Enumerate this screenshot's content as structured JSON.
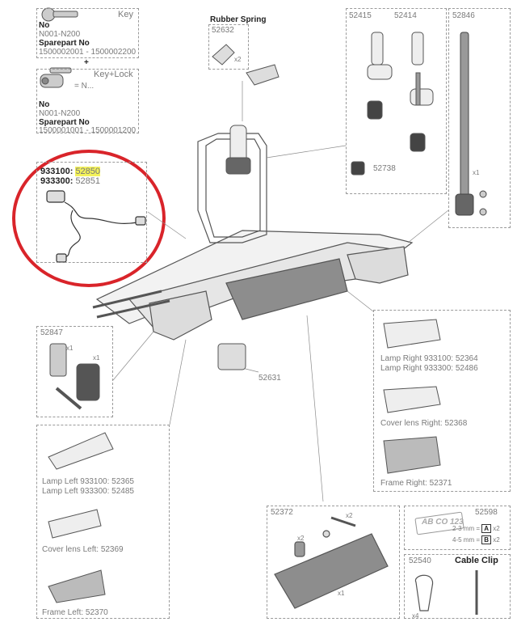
{
  "key_box": {
    "label": "Key",
    "no_label": "No",
    "no_value": "N001-N200",
    "sparepart_label": "Sparepart No",
    "sparepart_value": "1500002001 - 1500002200"
  },
  "plus": "+",
  "keylock_box": {
    "label": "Key+Lock",
    "arrow_n": "= N...",
    "no_label": "No",
    "no_value": "N001-N200",
    "sparepart_label": "Sparepart No",
    "sparepart_value": "1500001001 - 1500001200"
  },
  "rubber_spring": {
    "title": "Rubber Spring",
    "number": "52632",
    "qty": "x2"
  },
  "cable": {
    "line1_model": "933100:",
    "line1_part": "52850",
    "line2_model": "933300:",
    "line2_part": "52851"
  },
  "parts_top": {
    "p52415": "52415",
    "p52414": "52414",
    "p52846": "52846",
    "p52738": "52738",
    "x1": "x1"
  },
  "p52847": {
    "number": "52847",
    "x1a": "x1",
    "x1b": "x1"
  },
  "p52631": "52631",
  "right_group": {
    "lamp_right_1": "Lamp Right 933100: 52364",
    "lamp_right_2": "Lamp Right 933300: 52486",
    "cover_right": "Cover lens Right: 52368",
    "frame_right": "Frame Right: 52371"
  },
  "left_group": {
    "lamp_left_1": "Lamp Left 933100: 52365",
    "lamp_left_2": "Lamp Left 933300: 52485",
    "cover_left": "Cover lens Left: 52369",
    "frame_left": "Frame Left: 52370"
  },
  "plate": {
    "number": "52372",
    "x2a": "x2",
    "x2b": "x2",
    "x1": "x1"
  },
  "plate_letters": {
    "number": "52598",
    "sample": "AB CO 123",
    "row1_text": "2-3 mm =",
    "row1_letter": "A",
    "row1_qty": "x2",
    "row2_text": "4-5 mm =",
    "row2_letter": "B",
    "row2_qty": "x2"
  },
  "cable_clip": {
    "number": "52540",
    "title": "Cable Clip",
    "qty": "x4"
  },
  "colors": {
    "highlight": "#f4f25a",
    "circle": "#d9242a",
    "line": "#8c8c8c"
  }
}
